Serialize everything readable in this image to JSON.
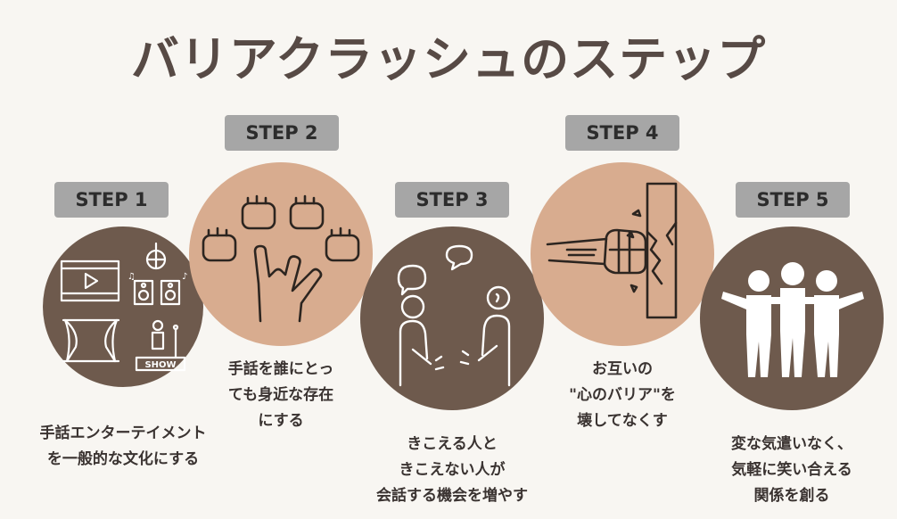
{
  "title": "バリアクラッシュのステップ",
  "colors": {
    "dark": "#6e5a4d",
    "light": "#d8ac8f",
    "label_bg": "#a6a6a6",
    "bg": "#f8f6f2"
  },
  "steps": [
    {
      "label": "STEP 1",
      "icon": "entertainment-icon",
      "lines": [
        "手話エンターテイメント",
        "を一般的な文化にする"
      ],
      "icon_text": "SHOW"
    },
    {
      "label": "STEP 2",
      "icon": "sign-language-hands-icon",
      "lines": [
        "手話を誰にとっ",
        "ても身近な存在",
        "にする"
      ]
    },
    {
      "label": "STEP 3",
      "icon": "conversation-people-icon",
      "lines": [
        "きこえる人と",
        "きこえない人が",
        "会話する機会を増やす"
      ]
    },
    {
      "label": "STEP 4",
      "icon": "fist-breaking-wall-icon",
      "lines": [
        "お互いの",
        "\"心のバリア\"を",
        "壊してなくす"
      ]
    },
    {
      "label": "STEP 5",
      "icon": "group-hug-icon",
      "lines": [
        "変な気遣いなく、",
        "気軽に笑い合える",
        "関係を創る"
      ]
    }
  ]
}
